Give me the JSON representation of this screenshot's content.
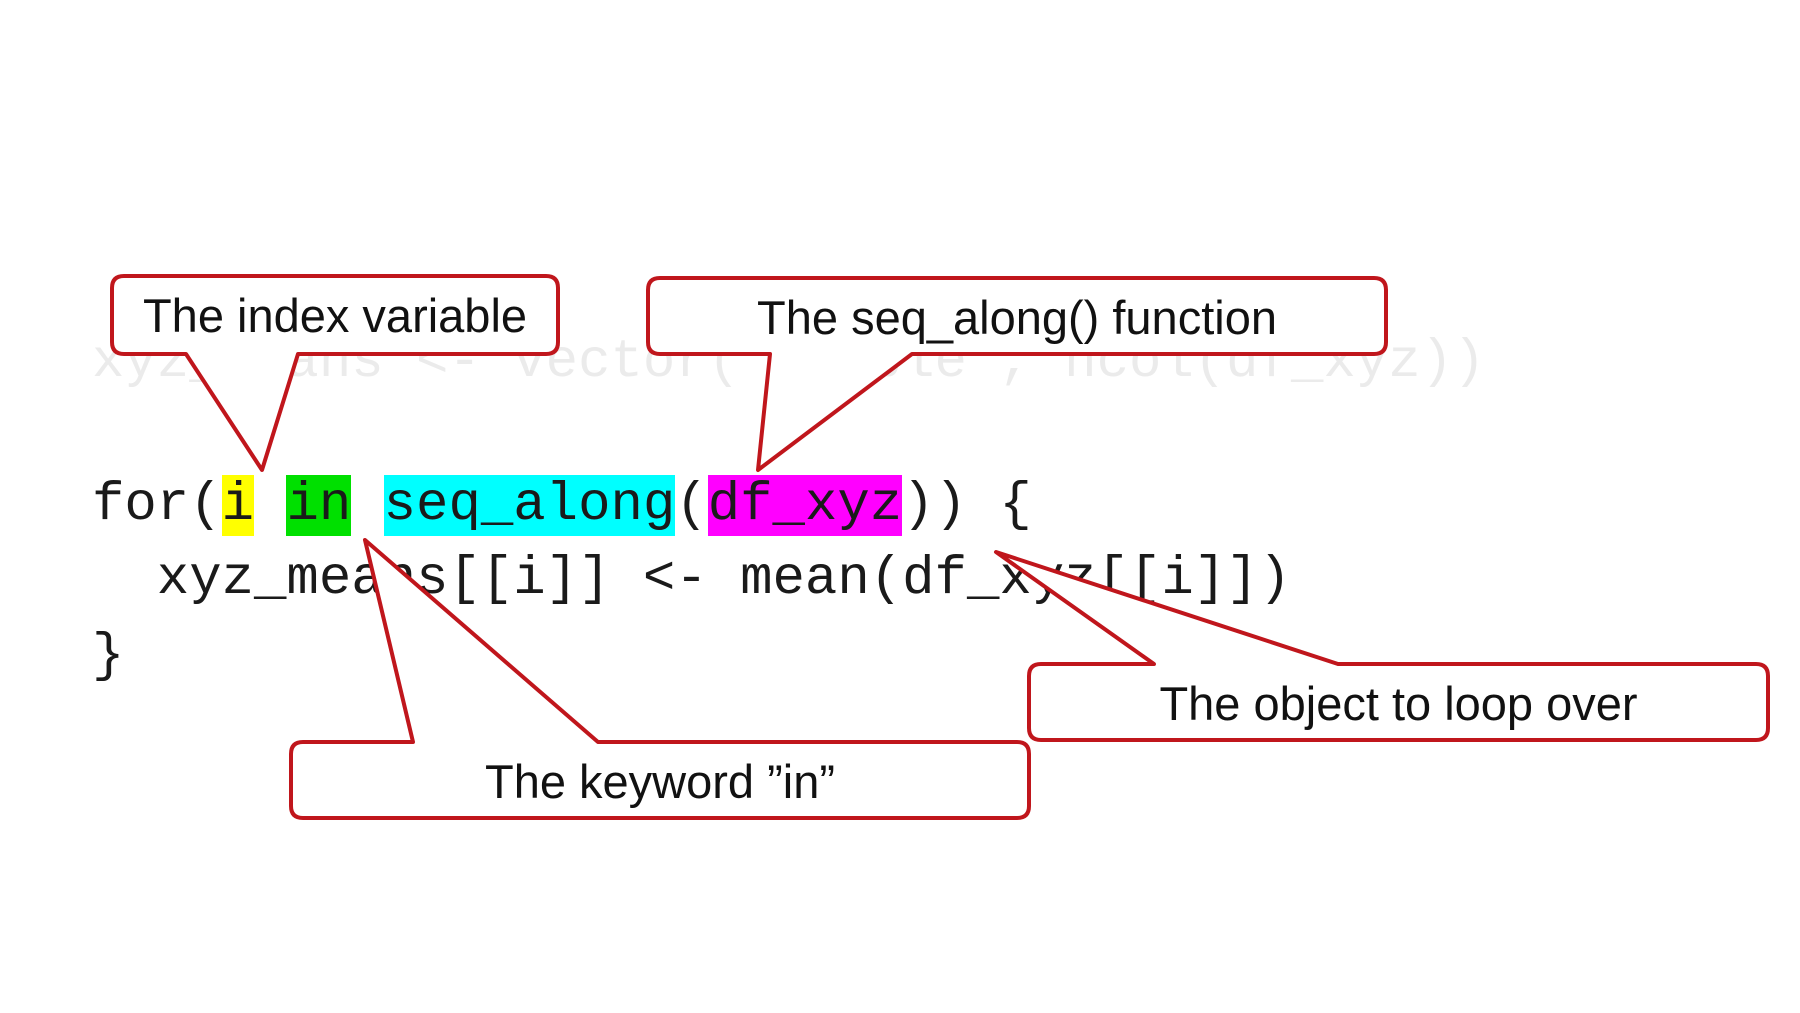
{
  "code": {
    "faded_line": "xyz_means <- vector(\"double\", ncol(df_xyz))",
    "line1": {
      "prefix": "for(",
      "index": "i",
      "gap1": " ",
      "keyword": "in",
      "gap2": " ",
      "func": "seq_along",
      "open": "(",
      "object": "df_xyz",
      "suffix": ")) {"
    },
    "line2": "  xyz_means[[i]] <- mean(df_xyz[[i]])",
    "line3": "}"
  },
  "callouts": {
    "index_variable": "The index variable",
    "seq_along": "The seq_along() function",
    "keyword_in": "The keyword ”in”",
    "object": "The object to loop over"
  },
  "colors": {
    "index_highlight": "#ffff00",
    "keyword_highlight": "#00e000",
    "function_highlight": "#00ffff",
    "object_highlight": "#ff00ff",
    "callout_border": "#c0161c"
  }
}
